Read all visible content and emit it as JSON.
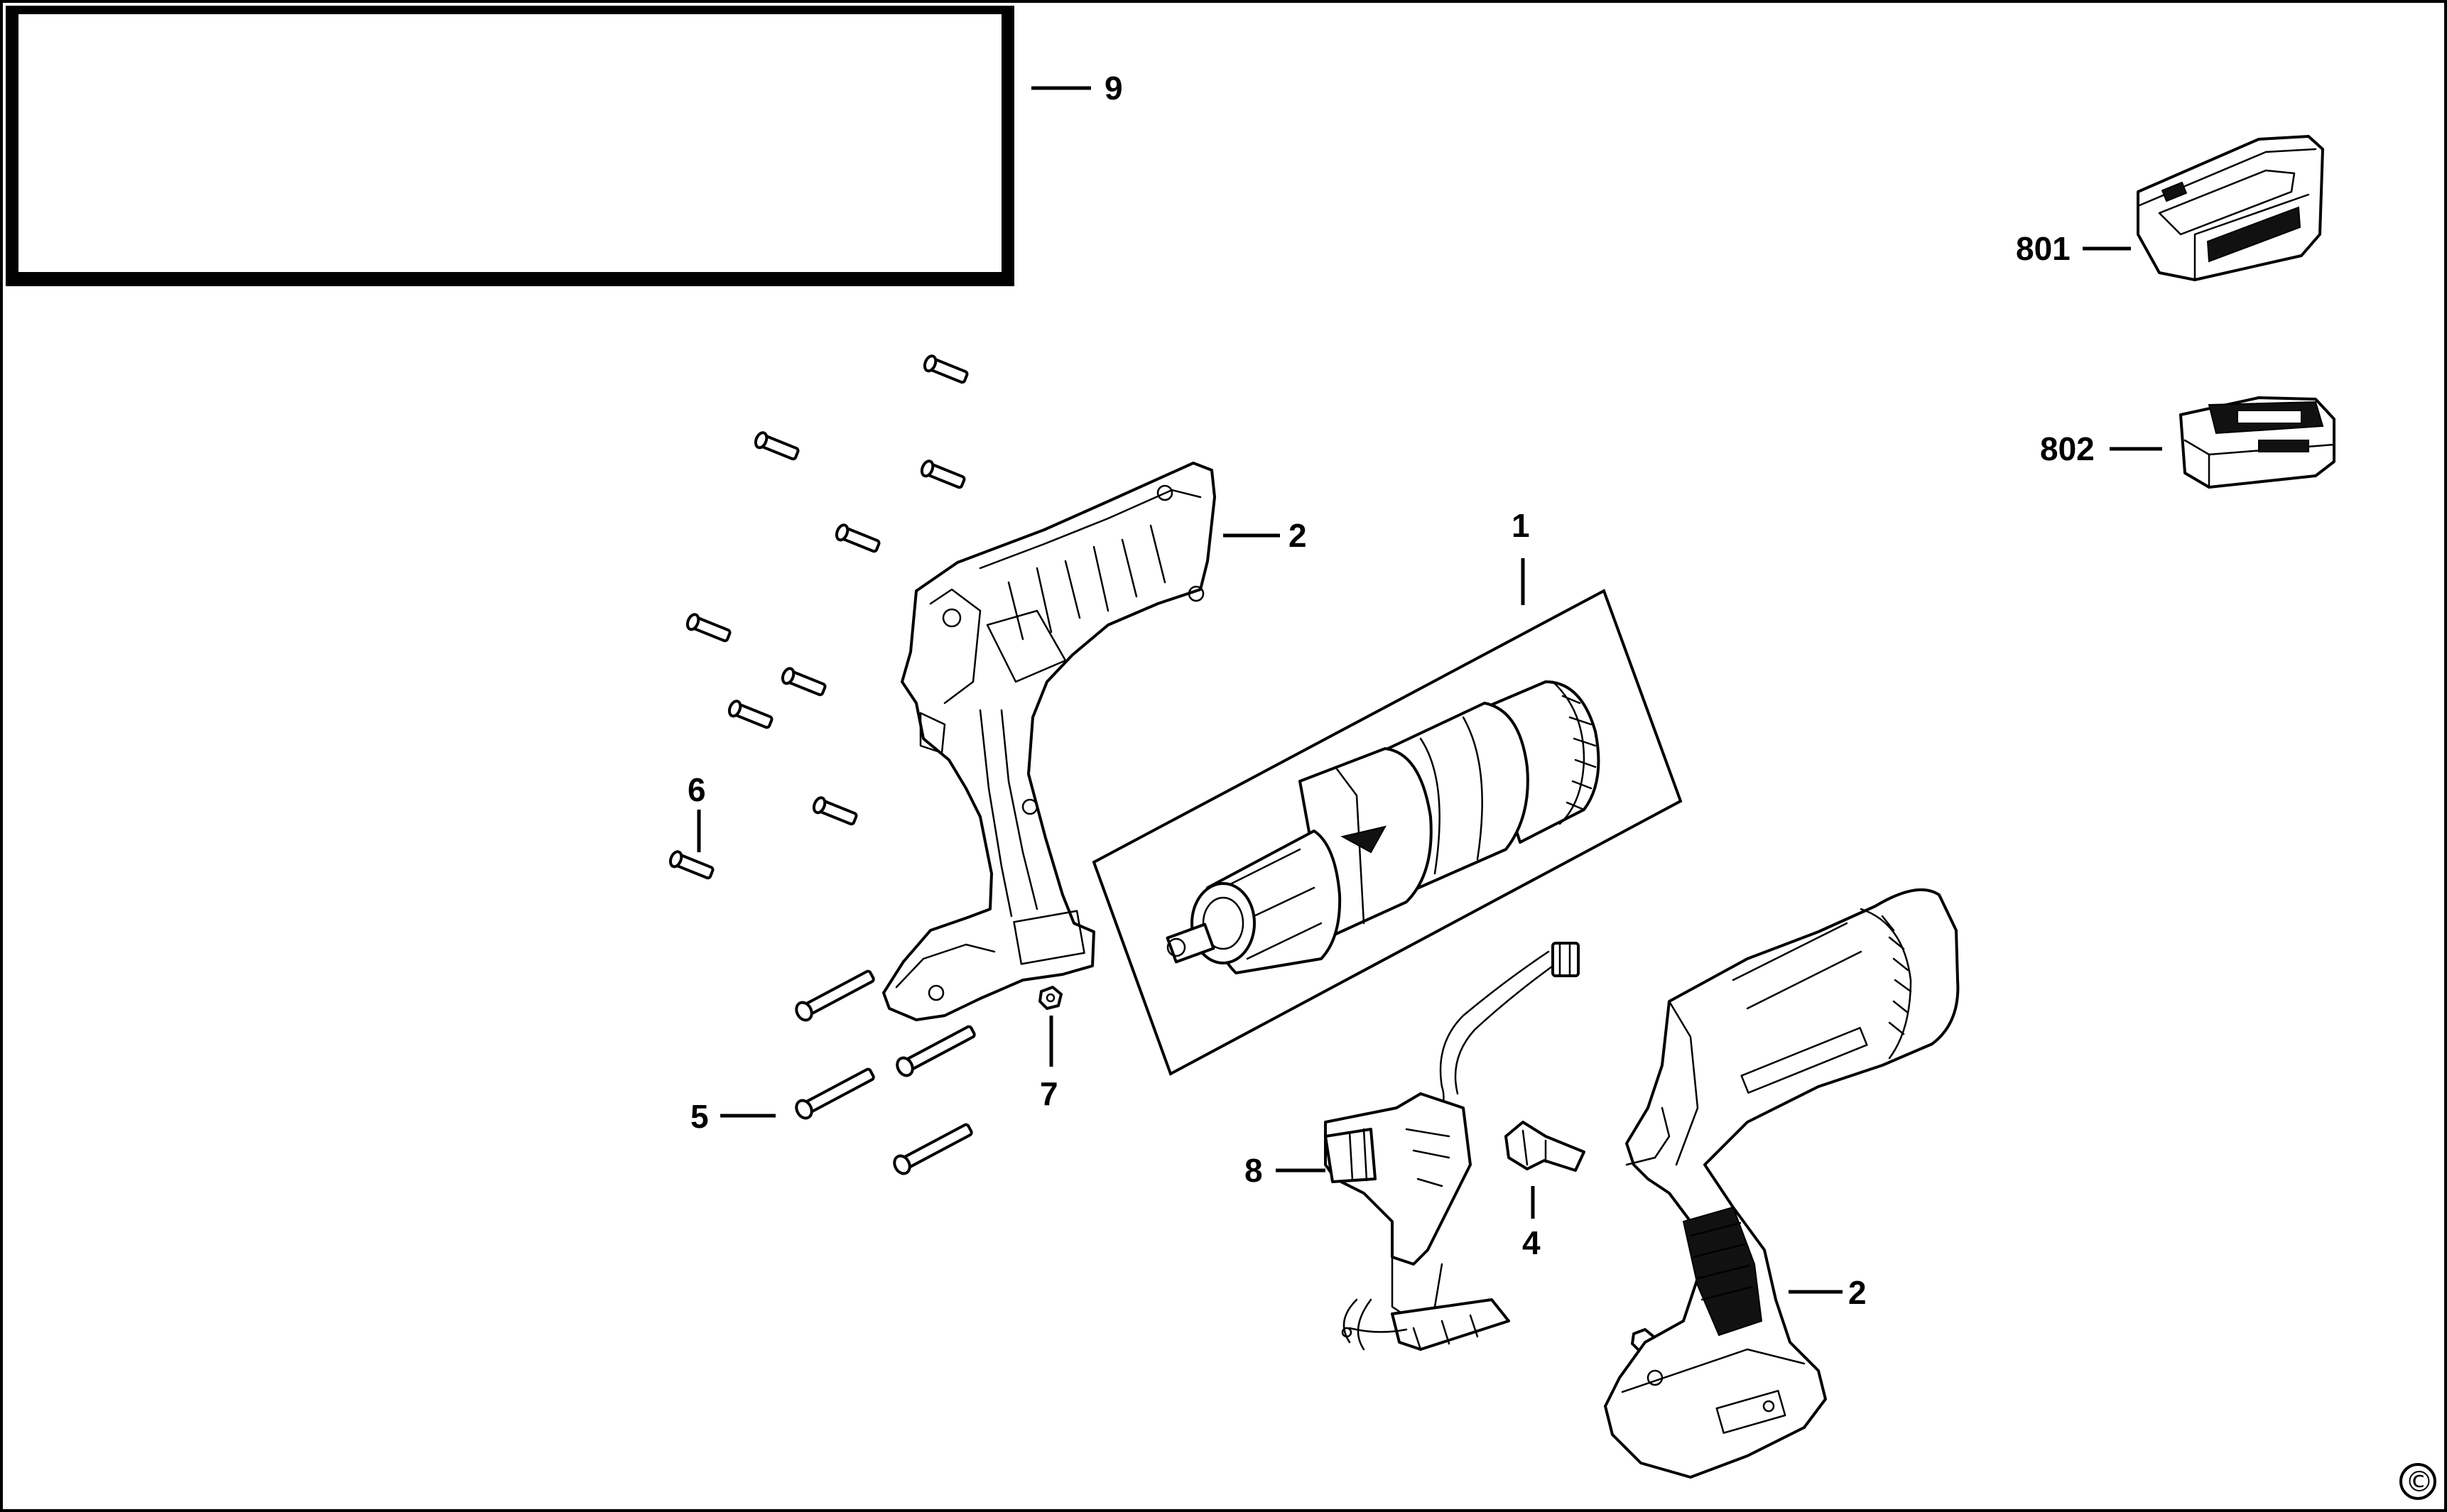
{
  "callouts": {
    "c1": "1",
    "c2a": "2",
    "c2b": "2",
    "c4": "4",
    "c5": "5",
    "c6": "6",
    "c7": "7",
    "c8": "8",
    "c9": "9",
    "c801": "801",
    "c802": "802"
  },
  "title_box": {
    "text": ""
  },
  "copyright": "©",
  "parts": [
    {
      "ref": "1",
      "icon": "motor-gearbox-assembly-icon"
    },
    {
      "ref": "2",
      "icon": "housing-half-left-icon"
    },
    {
      "ref": "2",
      "icon": "housing-half-right-icon"
    },
    {
      "ref": "4",
      "icon": "forward-reverse-slider-icon"
    },
    {
      "ref": "5",
      "icon": "long-screw-icon"
    },
    {
      "ref": "6",
      "icon": "short-screw-icon"
    },
    {
      "ref": "7",
      "icon": "nut-icon"
    },
    {
      "ref": "8",
      "icon": "switch-wiring-icon"
    },
    {
      "ref": "801",
      "icon": "charger-icon"
    },
    {
      "ref": "802",
      "icon": "battery-pack-icon"
    }
  ],
  "colors": {
    "ink": "#000000",
    "paper": "#ffffff"
  }
}
